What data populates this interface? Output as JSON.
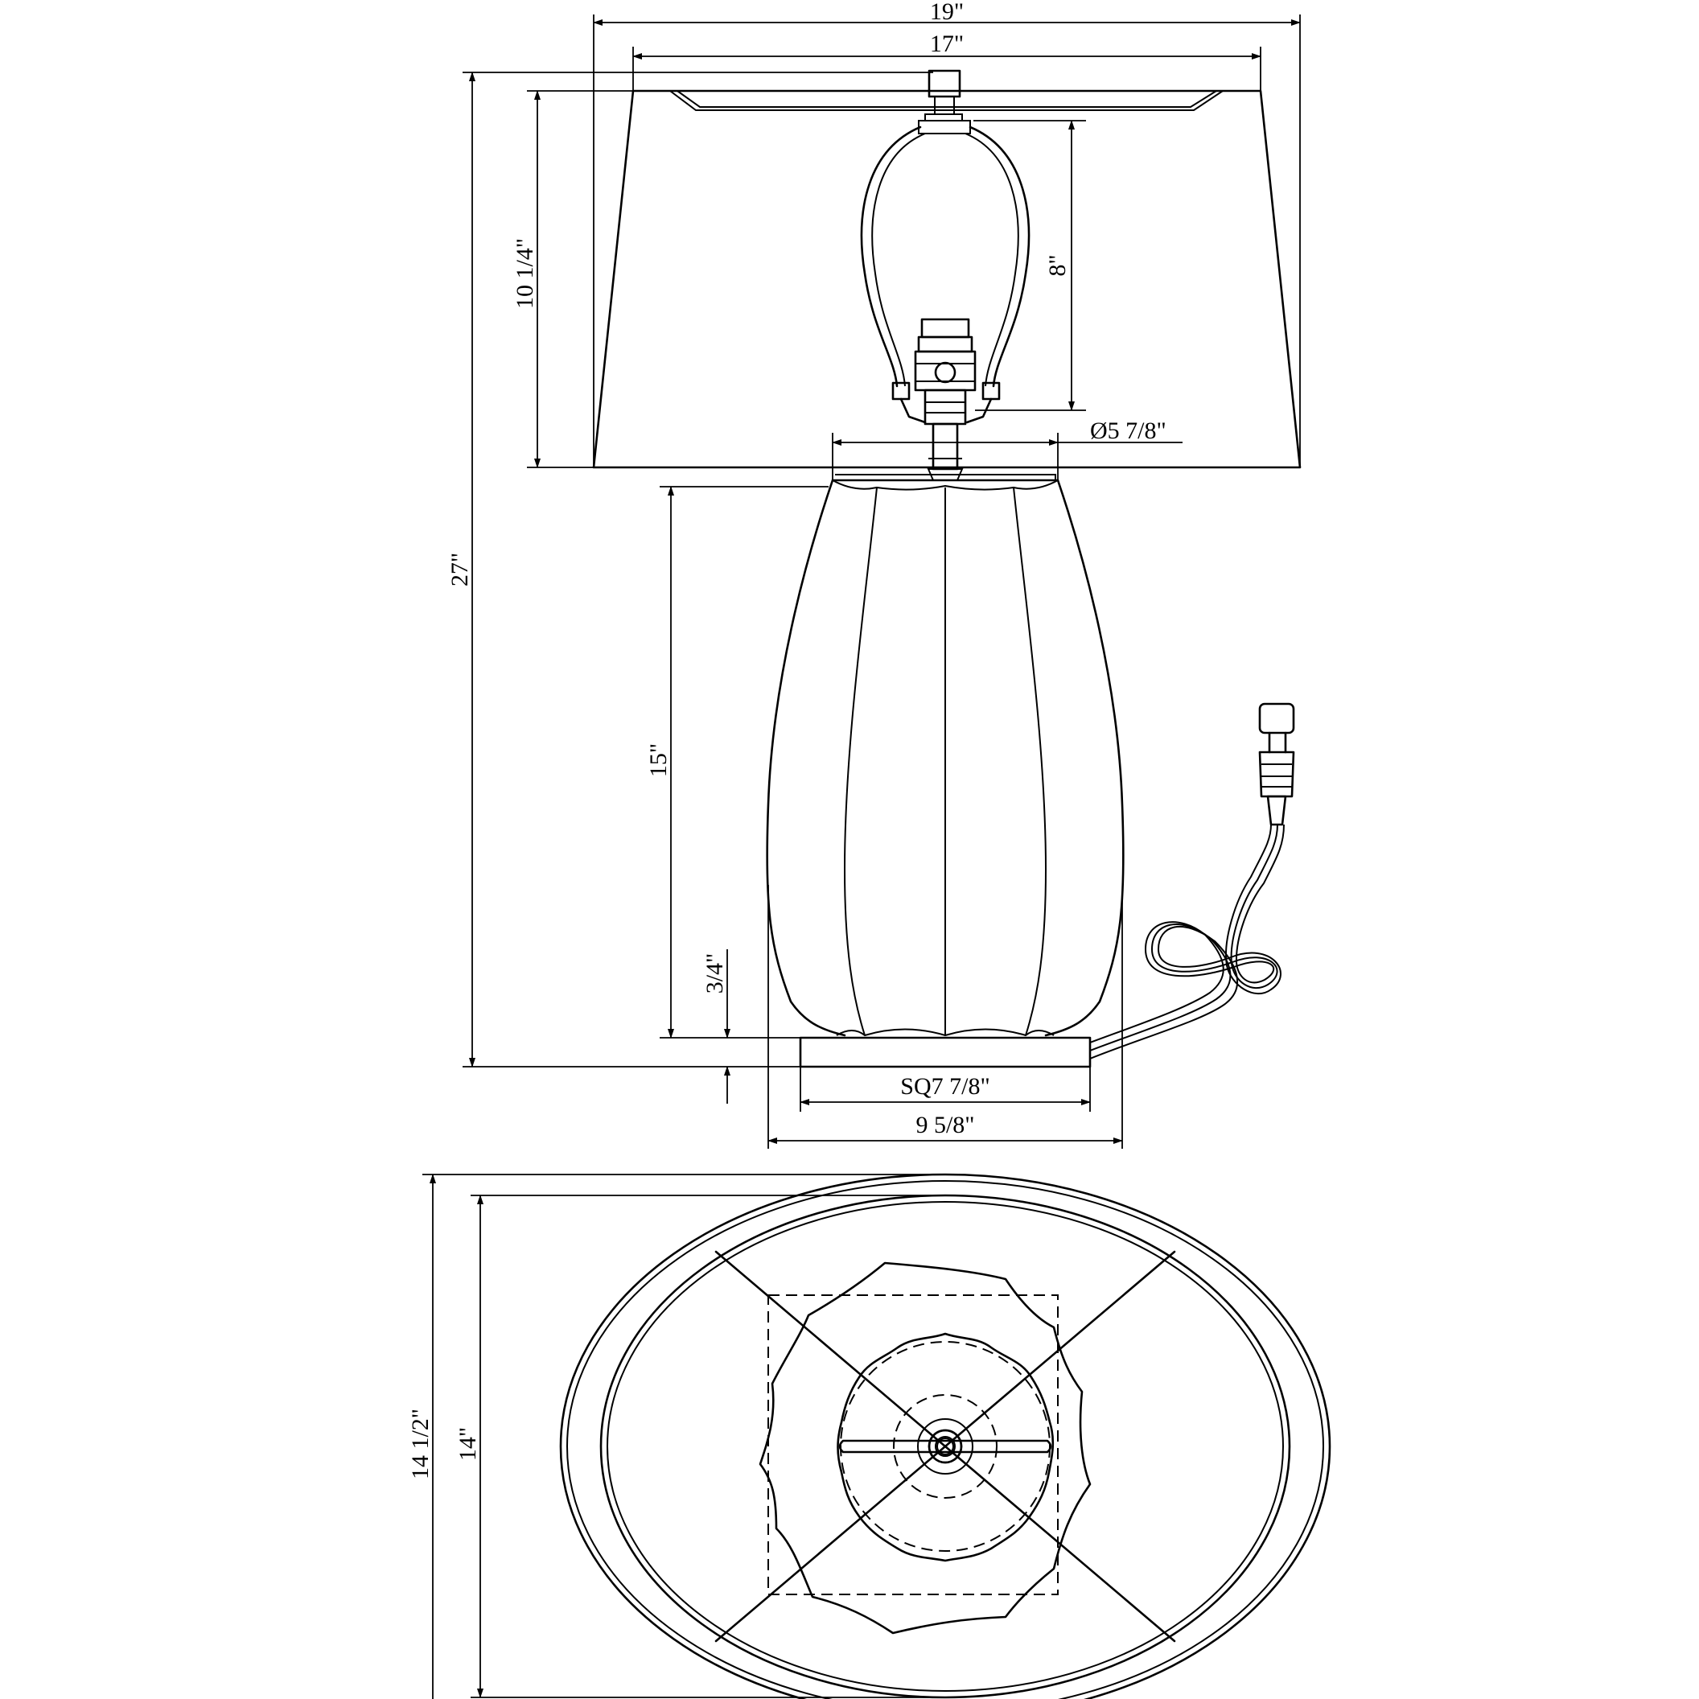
{
  "dimensions": {
    "overall_shade_width": "19\"",
    "shade_top_width": "17\"",
    "overall_height": "27\"",
    "shade_height": "10 1/4\"",
    "harp_height": "8\"",
    "base_top_diameter": "Ø5 7/8\"",
    "body_height": "15\"",
    "plinth_height": "3/4\"",
    "plinth_square": "SQ7 7/8\"",
    "body_width": "9 5/8\"",
    "top_view_outer_depth": "14 1/2\"",
    "top_view_inner_depth": "14\""
  },
  "views": [
    "side-elevation",
    "top-plan"
  ]
}
